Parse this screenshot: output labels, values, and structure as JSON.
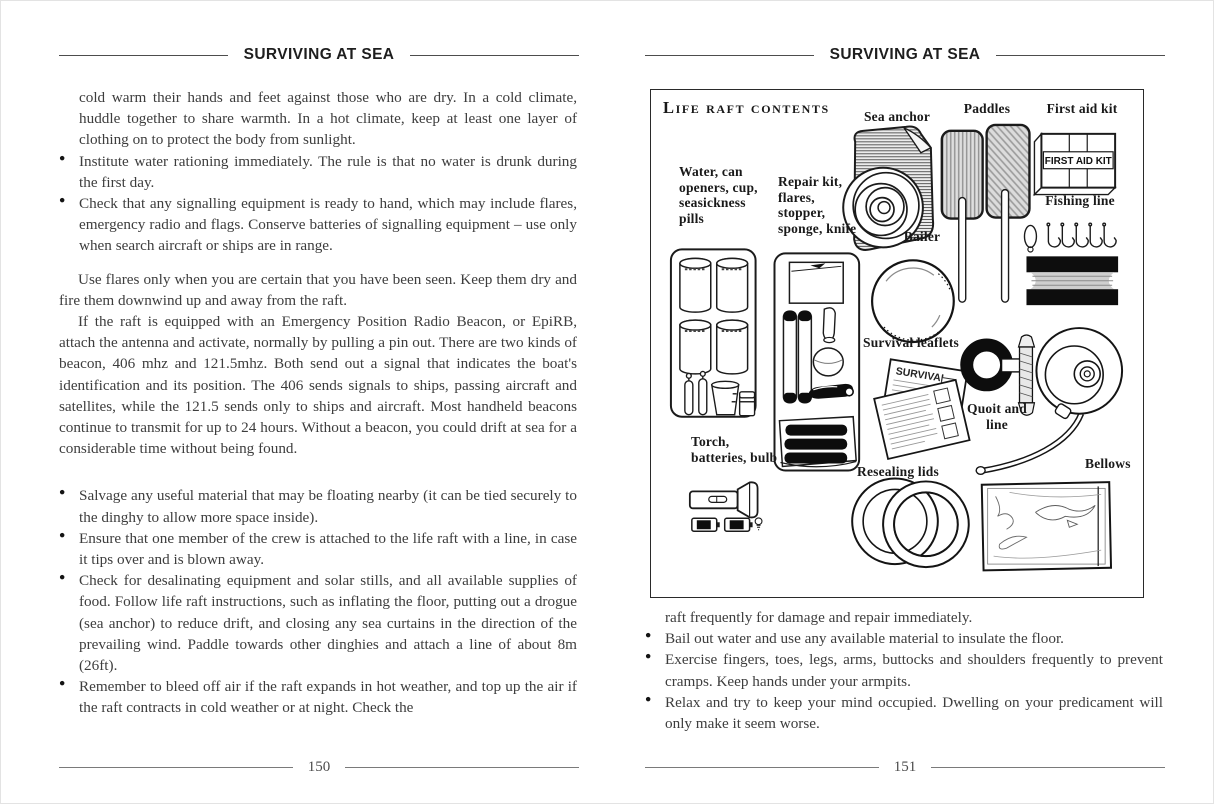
{
  "header": {
    "title": "SURVIVING AT SEA"
  },
  "colors": {
    "ink": "#1b1b1b",
    "body_text": "#3d3d3d",
    "rule": "#6b6b6b"
  },
  "page_left": {
    "continuation": "cold warm their hands and feet against those who are dry. In a cold climate, huddle together to share warmth. In a hot climate, keep at least one layer of clothing on to protect the body from sunlight.",
    "bullets_top": [
      "Institute water rationing immediately. The rule is that no water is drunk during the first day.",
      "Check that any signalling equipment is ready to hand, which may include flares, emergency radio and flags. Conserve batteries of signalling equipment – use only when search aircraft or ships are in range."
    ],
    "paragraphs": [
      "Use flares only when you are certain that you have been seen. Keep them dry and fire them downwind up and away from the raft.",
      "If the raft is equipped with an Emergency Position Radio Beacon, or EpiRB, attach the antenna and activate, normally by pulling a pin out. There are two kinds of beacon, 406 mhz and 121.5mhz. Both send out a signal that indicates the boat's identification and its position. The 406 sends signals to ships, passing aircraft and satellites, while the 121.5 sends only to ships and aircraft. Most handheld beacons continue to transmit for up to 24 hours. Without a beacon, you could drift at sea for a considerable time without being found."
    ],
    "bullets_bottom": [
      "Salvage any useful material that may be floating nearby (it can be tied securely to the dinghy to allow more space inside).",
      "Ensure that one member of the crew is attached to the life raft with a line, in case it tips over and is blown away.",
      "Check for desalinating equipment and solar stills, and all available supplies of food. Follow life raft instructions, such as inflating the floor, putting out a drogue (sea anchor) to reduce drift, and closing any sea curtains in the direction of the prevailing wind. Paddle towards other dinghies and attach a line of about 8m (26ft).",
      "Remember to bleed off air if the raft expands in hot weather, and top up the air if the raft contracts in cold weather or at night. Check the"
    ],
    "page_number": "150"
  },
  "page_right": {
    "figure": {
      "title": "Life raft contents",
      "labels": {
        "sea_anchor": "Sea anchor",
        "paddles": "Paddles",
        "first_aid_kit": "First aid kit",
        "water": "Water, can openers, cup, seasickness pills",
        "repair_kit": "Repair kit, flares, stopper, sponge, knife",
        "bailer": "Bailer",
        "fishing_line": "Fishing line",
        "survival_leaflets": "Survival leaflets",
        "quoit": "Quoit and line",
        "torch": "Torch, batteries, bulb",
        "resealing_lids": "Resealing lids",
        "bellows": "Bellows"
      },
      "first_aid_box_text": "FIRST AID KIT",
      "leaflet_text": "SURVIVAL"
    },
    "continuation": "raft frequently for damage and repair immediately.",
    "bullets": [
      "Bail out water and use any available material to insulate the floor.",
      "Exercise fingers, toes, legs, arms, buttocks and shoulders frequently to prevent cramps. Keep hands under your armpits.",
      "Relax and try to keep your mind occupied. Dwelling on your predicament will only make it seem worse."
    ],
    "page_number": "151"
  }
}
